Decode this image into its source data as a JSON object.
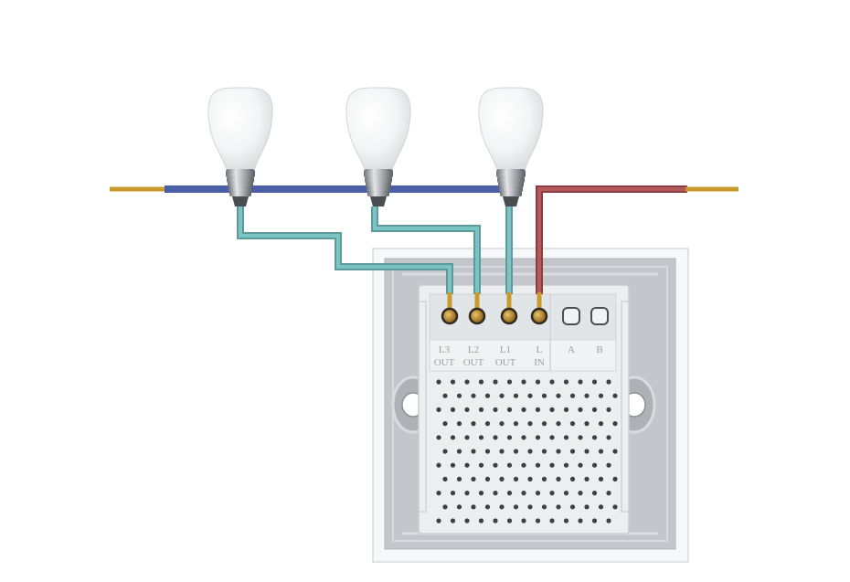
{
  "terminals": [
    {
      "name": "L3",
      "sub": "OUT"
    },
    {
      "name": "L2",
      "sub": "OUT"
    },
    {
      "name": "L1",
      "sub": "OUT"
    },
    {
      "name": "L",
      "sub": "IN"
    }
  ],
  "aux_terminals": [
    "A",
    "B"
  ],
  "colors": {
    "neutral_wire": "#4a5fa8",
    "live_wire": "#a6494d",
    "load_wire": "#6cb8b8",
    "copper_tip": "#c99a2e",
    "module": "#ebedef",
    "frame": "#c2c6cb",
    "plate": "#f4f6f8"
  },
  "icons": {
    "bulb": "light-bulb-icon",
    "screw_terminal": "screw-terminal-icon"
  }
}
